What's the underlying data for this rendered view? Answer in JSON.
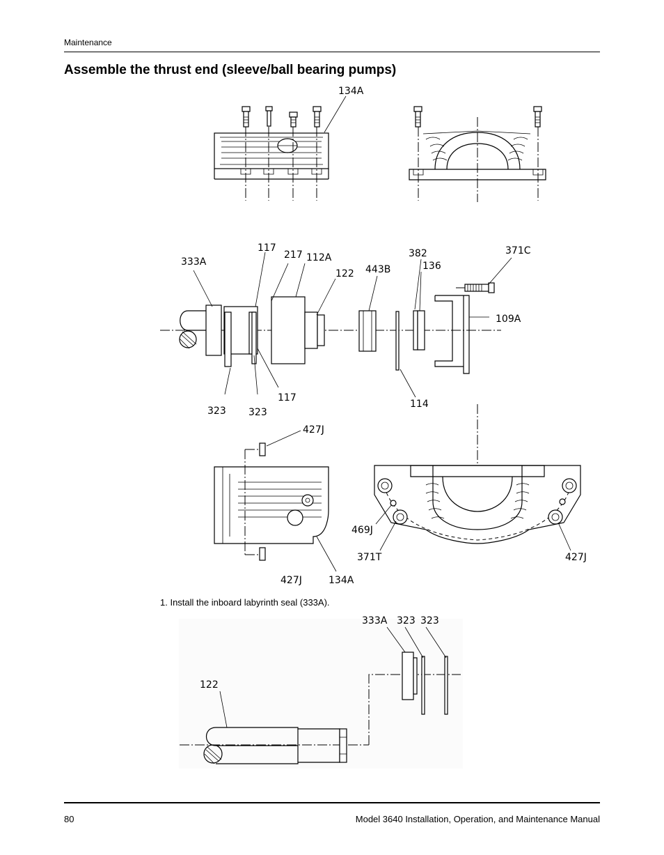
{
  "header": {
    "section": "Maintenance"
  },
  "page": {
    "title": "Assemble the thrust end (sleeve/ball bearing pumps)"
  },
  "step1": "1.   Install the inboard labyrinth seal (333A).",
  "footer": {
    "page_number": "80",
    "manual_title": "Model 3640 Installation, Operation, and Maintenance Manual"
  },
  "figure1": {
    "labels": {
      "l134a_top": "134A",
      "l333a": "333A",
      "l117a": "117",
      "l217": "217",
      "l112a": "112A",
      "l122": "122",
      "l443b": "443B",
      "l382": "382",
      "l136": "136",
      "l371c": "371C",
      "l109a": "109A",
      "l323a": "323",
      "l323b": "323",
      "l117b": "117",
      "l114": "114",
      "l427j_top": "427J",
      "l427j_bot": "427J",
      "l134a_bot": "134A",
      "l469j": "469J",
      "l371t": "371T",
      "l427j_right": "427J"
    }
  },
  "figure2": {
    "labels": {
      "l333a": "333A",
      "l323a": "323",
      "l323b": "323",
      "l122": "122"
    }
  }
}
